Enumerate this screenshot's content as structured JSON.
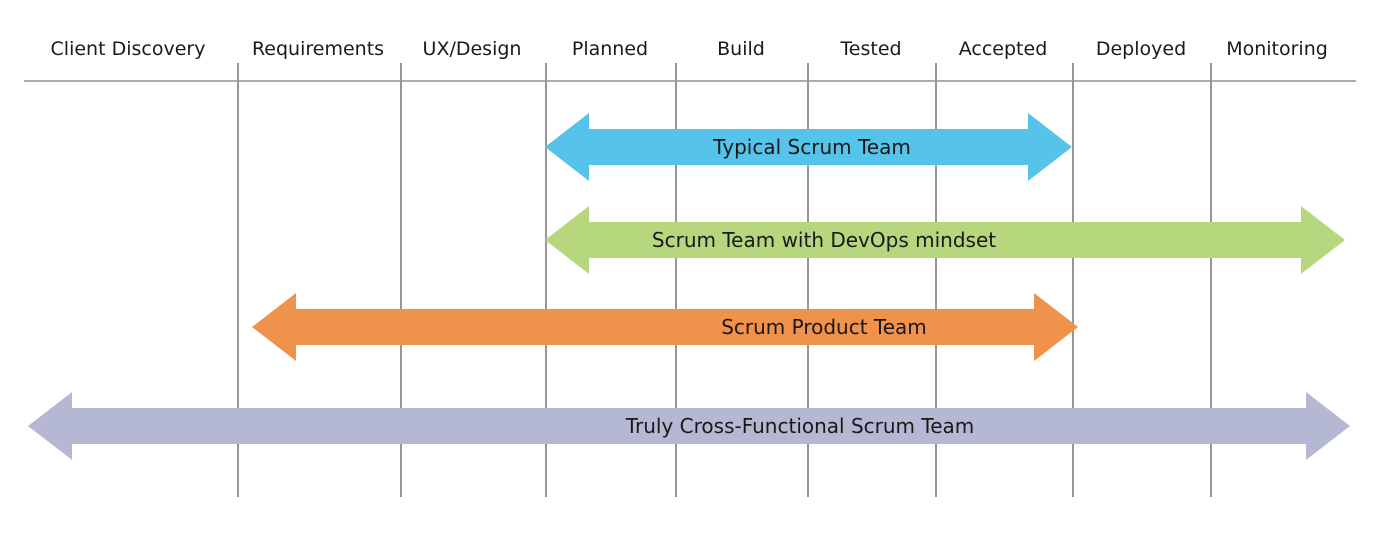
{
  "diagram": {
    "columns": [
      "Client Discovery",
      "Requirements",
      "UX/Design",
      "Planned",
      "Build",
      "Tested",
      "Accepted",
      "Deployed",
      "Monitoring"
    ],
    "arrows": [
      {
        "label": "Typical Scrum Team",
        "color": "#55c3ea",
        "from": "Planned",
        "to": "Accepted"
      },
      {
        "label": "Scrum Team with DevOps mindset",
        "color": "#b7d77e",
        "from": "Planned",
        "to": "Monitoring"
      },
      {
        "label": "Scrum Product Team",
        "color": "#f0914c",
        "from": "Requirements",
        "to": "Accepted"
      },
      {
        "label": "Truly Cross-Functional Scrum Team",
        "color": "#b5b8d3",
        "from": "Client Discovery",
        "to": "Monitoring"
      }
    ]
  }
}
